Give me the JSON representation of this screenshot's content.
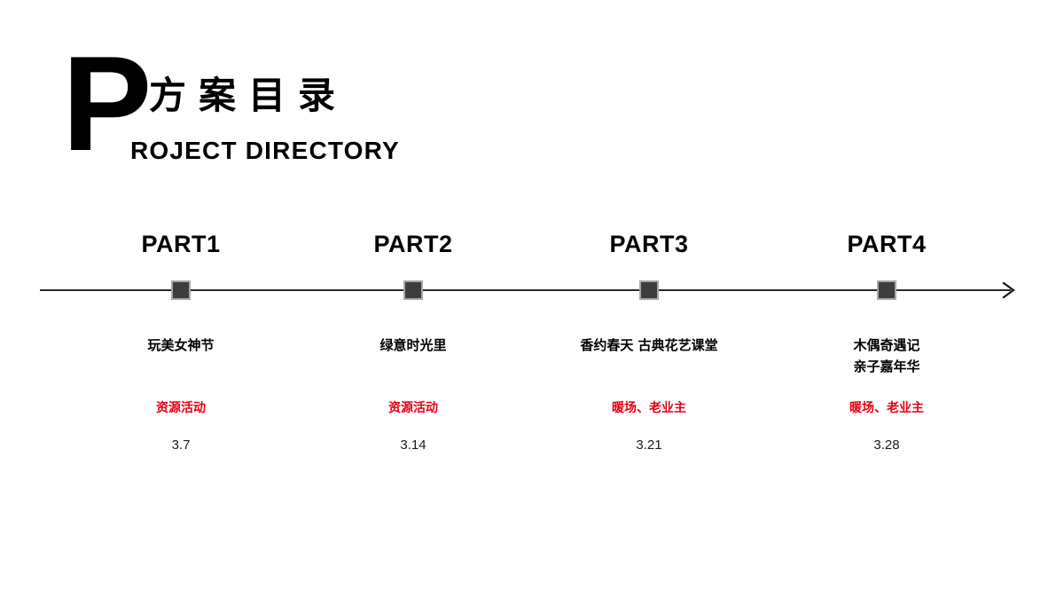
{
  "slide": {
    "background_color": "#ffffff",
    "accent_color": "#e60012",
    "marker_color": "#3d3d3d",
    "axis_color": "#2b2b2b"
  },
  "title": {
    "drop_cap": "P",
    "chinese": "方案目录",
    "english": "ROJECT DIRECTORY"
  },
  "timeline": {
    "arrow_icon": "arrow-right-icon",
    "nodes": [
      {
        "part": "PART1",
        "title_lines": [
          "玩美女神节"
        ],
        "tag": "资源活动",
        "date": "3.7"
      },
      {
        "part": "PART2",
        "title_lines": [
          "绿意时光里"
        ],
        "tag": "资源活动",
        "date": "3.14"
      },
      {
        "part": "PART3",
        "title_lines": [
          "香约春天 古典花艺课堂"
        ],
        "tag": "暖场、老业主",
        "date": "3.21"
      },
      {
        "part": "PART4",
        "title_lines": [
          "木偶奇遇记",
          "亲子嘉年华"
        ],
        "tag": "暖场、老业主",
        "date": "3.28"
      }
    ]
  }
}
